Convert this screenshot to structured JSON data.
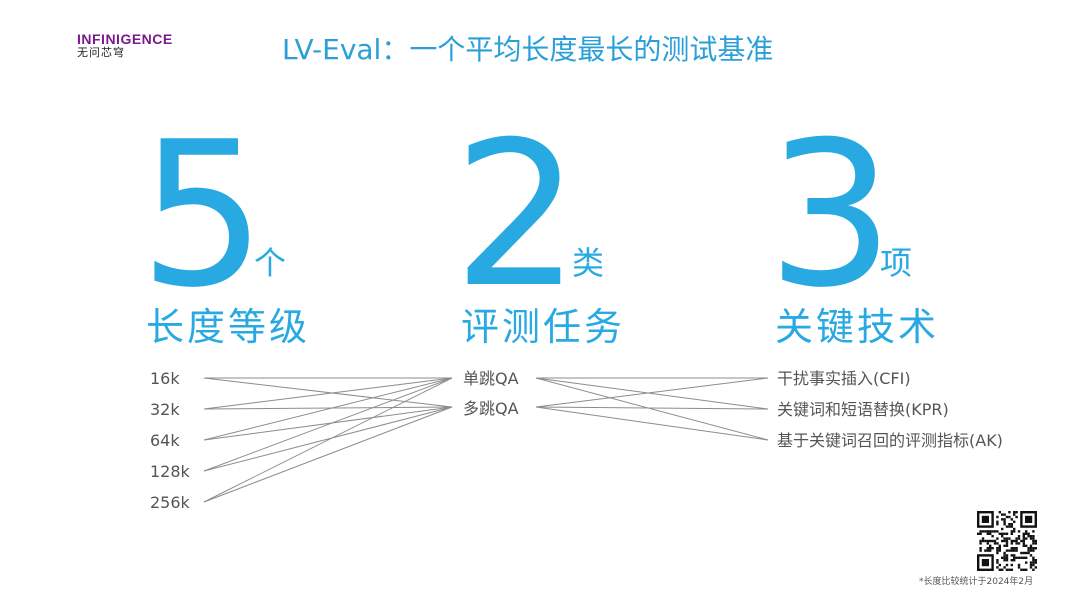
{
  "header": {
    "logo_en": "INFINIGENCE",
    "logo_cn": "无问芯穹",
    "title": "LV-Eval：一个平均长度最长的测试基准"
  },
  "stats": [
    {
      "number": "5",
      "unit": "个",
      "label": "长度等级"
    },
    {
      "number": "2",
      "unit": "类",
      "label": "评测任务"
    },
    {
      "number": "3",
      "unit": "项",
      "label": "关键技术"
    }
  ],
  "lengths": [
    "16k",
    "32k",
    "64k",
    "128k",
    "256k"
  ],
  "tasks": [
    "单跳QA",
    "多跳QA"
  ],
  "techniques": [
    "干扰事实插入(CFI)",
    "关键词和短语替换(KPR)",
    "基于关键词召回的评测指标(AK)"
  ],
  "links": {
    "lengths_to_tasks": "all-to-all",
    "tasks_to_techniques": "all-to-all"
  },
  "qr_code": {
    "icon": "qr-code-icon"
  },
  "footnote": "*长度比较统计于2024年2月",
  "colors": {
    "accent": "#29a9e2",
    "brand": "#7a1a8c",
    "line": "#8c8c8c"
  }
}
